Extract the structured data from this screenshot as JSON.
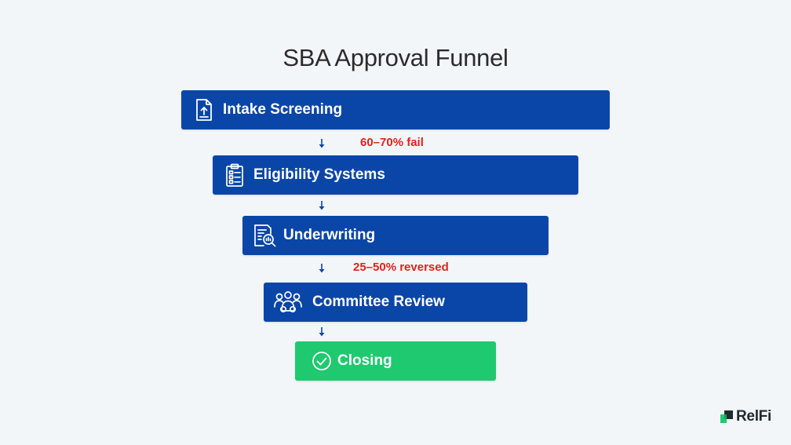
{
  "title": "SBA Approval Funnel",
  "colors": {
    "stage": "#0a46a8",
    "final": "#1ec96f",
    "note": "#e0221c"
  },
  "stages": [
    {
      "label": "Intake Screening",
      "icon": "file-upload-icon"
    },
    {
      "label": "Eligibility Systems",
      "icon": "clipboard-checklist-icon"
    },
    {
      "label": "Underwriting",
      "icon": "document-search-icon"
    },
    {
      "label": "Committee Review",
      "icon": "group-icon"
    },
    {
      "label": "Closing",
      "icon": "check-circle-icon"
    }
  ],
  "notes": {
    "after_intake": "60–70% fail",
    "after_underwriting": "25–50% reversed"
  },
  "brand": {
    "name": "RelFi"
  }
}
